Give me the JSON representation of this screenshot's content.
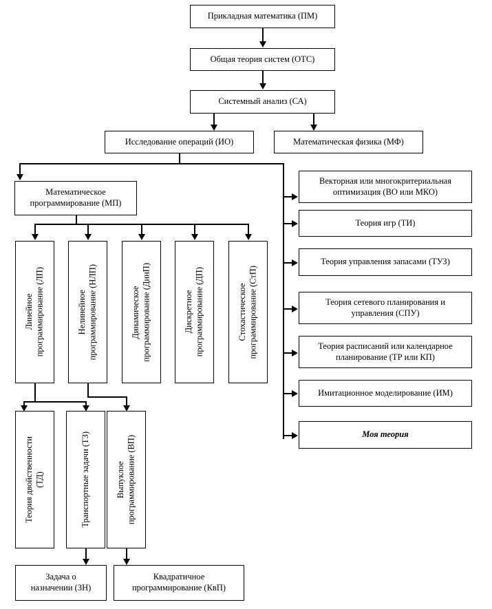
{
  "diagram": {
    "title_chain": [
      {
        "id": "pm",
        "label": "Прикладная математика (ПМ)"
      },
      {
        "id": "ots",
        "label": "Общая теория систем (ОТС)"
      },
      {
        "id": "sa",
        "label": "Системный анализ (СА)"
      }
    ],
    "branch_row": [
      {
        "id": "io",
        "label": "Исследование операций (ИО)"
      },
      {
        "id": "mf",
        "label": "Математическая физика (МФ)"
      }
    ],
    "mp": {
      "id": "mp",
      "label": "Математическое\nпрограммирование (МП)"
    },
    "mp_children": [
      {
        "id": "lp",
        "label": "Линейное\nпрограммирование (ЛП)"
      },
      {
        "id": "nlp",
        "label": "Нелинейное\nпрограммирование (НЛП)"
      },
      {
        "id": "dinp",
        "label": "Динамическое\nпрограммирование (ДинП)"
      },
      {
        "id": "dp",
        "label": "Дискретное\nпрограммирование (ДП)"
      },
      {
        "id": "stp",
        "label": "Стохастическое\nпрограммирование (СтП)"
      }
    ],
    "level3": [
      {
        "id": "td",
        "label": "Теория двойственности\n(ТД)"
      },
      {
        "id": "tz",
        "label": "Транспортные задачи (ТЗ)"
      },
      {
        "id": "vp",
        "label": "Выпуклое\nпрограммирование (ВП)"
      }
    ],
    "level4": [
      {
        "id": "zn",
        "label": "Задача о\nназначении (ЗН)"
      },
      {
        "id": "kvp",
        "label": "Квадратичное\nпрограммирование (КвП)"
      }
    ],
    "io_right_children": [
      {
        "id": "vo",
        "label": "Векторная или многокритериальная\nоптимизация (ВО или МКО)",
        "emphasis": false
      },
      {
        "id": "ti",
        "label": "Теория игр (ТИ)",
        "emphasis": false
      },
      {
        "id": "tuz",
        "label": "Теория управления запасами (ТУЗ)",
        "emphasis": false
      },
      {
        "id": "spu",
        "label": "Теория сетевого планирования и\nуправления (СПУ)",
        "emphasis": false
      },
      {
        "id": "trkp",
        "label": "Теория расписаний или календарное\nпланирование (ТР или КП)",
        "emphasis": false
      },
      {
        "id": "im",
        "label": "Имитационное моделирование (ИМ)",
        "emphasis": false
      },
      {
        "id": "my",
        "label": "Моя теория",
        "emphasis": true
      }
    ],
    "colors": {
      "stroke": "#000000",
      "fill": "#ffffff",
      "text": "#000000"
    }
  }
}
